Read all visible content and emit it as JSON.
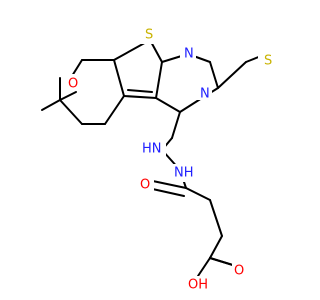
{
  "colors": {
    "carbon": "#000000",
    "sulfur": "#c9b300",
    "oxygen": "#ff0000",
    "nitrogen": "#2020ff",
    "background": "#ffffff"
  },
  "atoms": {
    "ring_s": "S",
    "methylthio_s": "S",
    "pyran_o": "O",
    "n_top": "N",
    "n_right": "N",
    "hydrazine_nh_1": "HN",
    "hydrazine_nh_2": "NH",
    "carbonyl_o_amide": "O",
    "carbonyl_o_acid": "O",
    "hydroxyl": "OH"
  }
}
